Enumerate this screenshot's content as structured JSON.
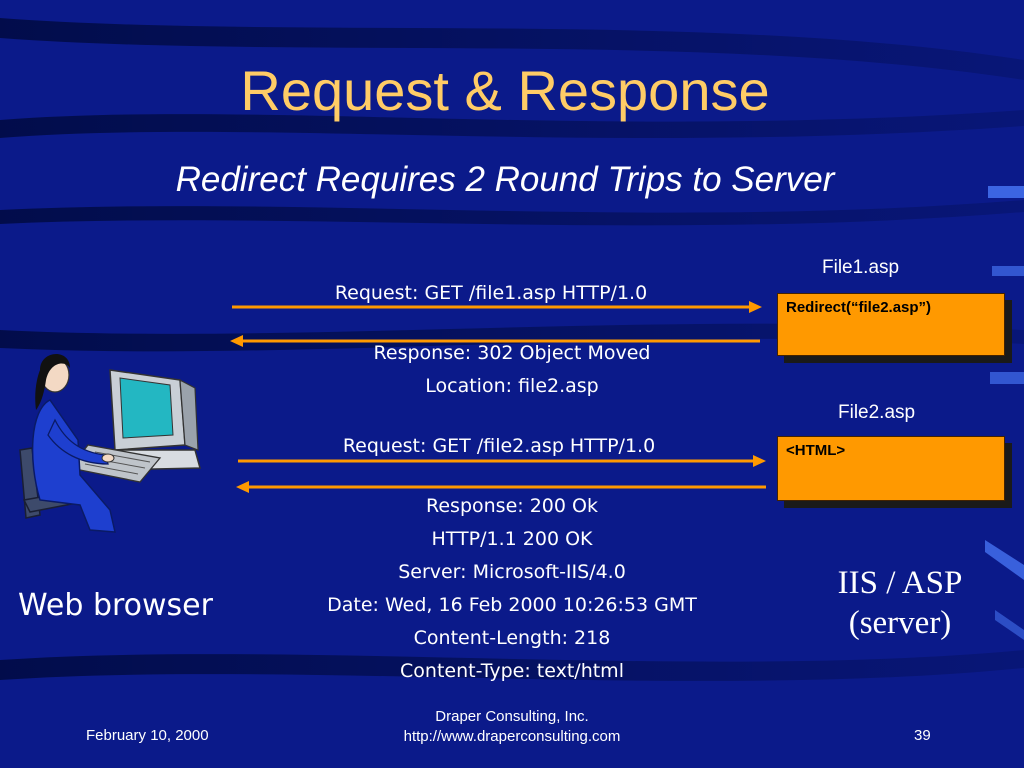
{
  "slide": {
    "title": "Request & Response",
    "subtitle": "Redirect Requires 2 Round Trips to Server"
  },
  "client": {
    "label": "Web browser"
  },
  "server": {
    "label_line1": "IIS / ASP",
    "label_line2": "(server)"
  },
  "files": [
    {
      "name": "File1.asp",
      "content": "Redirect(“file2.asp”)"
    },
    {
      "name": "File2.asp",
      "content": "<HTML>"
    }
  ],
  "exchange1": {
    "request": "Request: GET /file1.asp HTTP/1.0",
    "response_lines": [
      "Response: 302 Object Moved",
      "Location: file2.asp"
    ]
  },
  "exchange2": {
    "request": "Request: GET /file2.asp HTTP/1.0",
    "response_lines": [
      "Response: 200 Ok",
      "HTTP/1.1 200 OK",
      "Server: Microsoft-IIS/4.0",
      "Date: Wed, 16 Feb 2000 10:26:53 GMT",
      "Content-Length: 218",
      "Content-Type: text/html"
    ]
  },
  "footer": {
    "date": "February 10, 2000",
    "company": "Draper Consulting, Inc.",
    "url": "http://www.draperconsulting.com",
    "page_number": "39"
  },
  "colors": {
    "background": "#0b1a8a",
    "title": "#ffcc66",
    "arrow": "#ff9900",
    "file_box": "#ff9900"
  }
}
